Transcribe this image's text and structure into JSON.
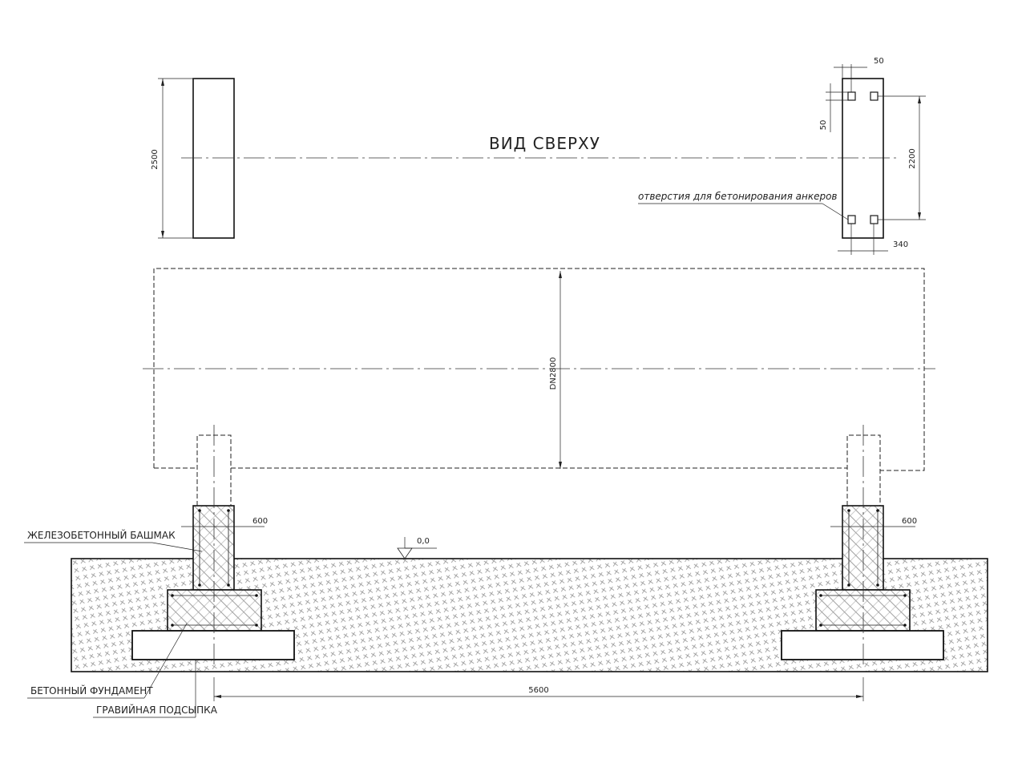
{
  "drawing": {
    "title": "ВИД СВЕРХУ",
    "top_view": {
      "dim_height": "2500",
      "dim_hole_offset_x": "50",
      "dim_hole_offset_y": "50",
      "dim_hole_spacing": "2200",
      "dim_width": "340",
      "holes_note": "отверстия для бетонирования анкеров"
    },
    "tank": {
      "diameter_label": "DN2800"
    },
    "elevation": {
      "level_mark": "0,0",
      "left_shoe_width": "600",
      "right_shoe_width": "600",
      "support_spacing": "5600"
    },
    "callouts": {
      "shoe": "ЖЕЛЕЗОБЕТОННЫЙ БАШМАК",
      "foundation": "БЕТОННЫЙ ФУНДАМЕНТ",
      "gravel": "ГРАВИЙНАЯ ПОДСЫПКА"
    }
  }
}
